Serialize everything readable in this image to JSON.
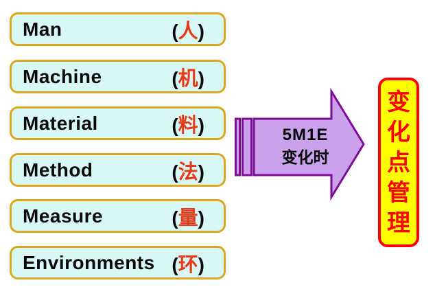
{
  "diagram": {
    "kind": "5M1E change-point diagram",
    "background": "#ffffff"
  },
  "factors": [
    {
      "label": "Man",
      "open": "(",
      "cjk": "人",
      "close": ")"
    },
    {
      "label": "Machine",
      "open": "(",
      "cjk": "机",
      "close": ")"
    },
    {
      "label": "Material",
      "open": "(",
      "cjk": "料",
      "close": ")"
    },
    {
      "label": "Method",
      "open": "(",
      "cjk": "法",
      "close": ")"
    },
    {
      "label": "Measure",
      "open": "(",
      "cjk": "量",
      "close": ")"
    },
    {
      "label": "Environments",
      "open": "(",
      "cjk": "环",
      "close": ")"
    }
  ],
  "arrow": {
    "line1": "5M1E",
    "line2": "变化时"
  },
  "result": {
    "text": "变化点管理",
    "chars": [
      "变",
      "化",
      "点",
      "管",
      "理"
    ]
  },
  "colors": {
    "factor_box_fill": "#d8f8f5",
    "factor_box_border": "#dca71e",
    "factor_label": "#0a0a0a",
    "factor_cjk": "#e8391a",
    "arrow_fill": "#cba1ec",
    "arrow_border": "#7d0c96",
    "arrow_text": "#000000",
    "result_fill": "#ffff00",
    "result_border": "#ff0000",
    "result_text": "#ff0000"
  }
}
